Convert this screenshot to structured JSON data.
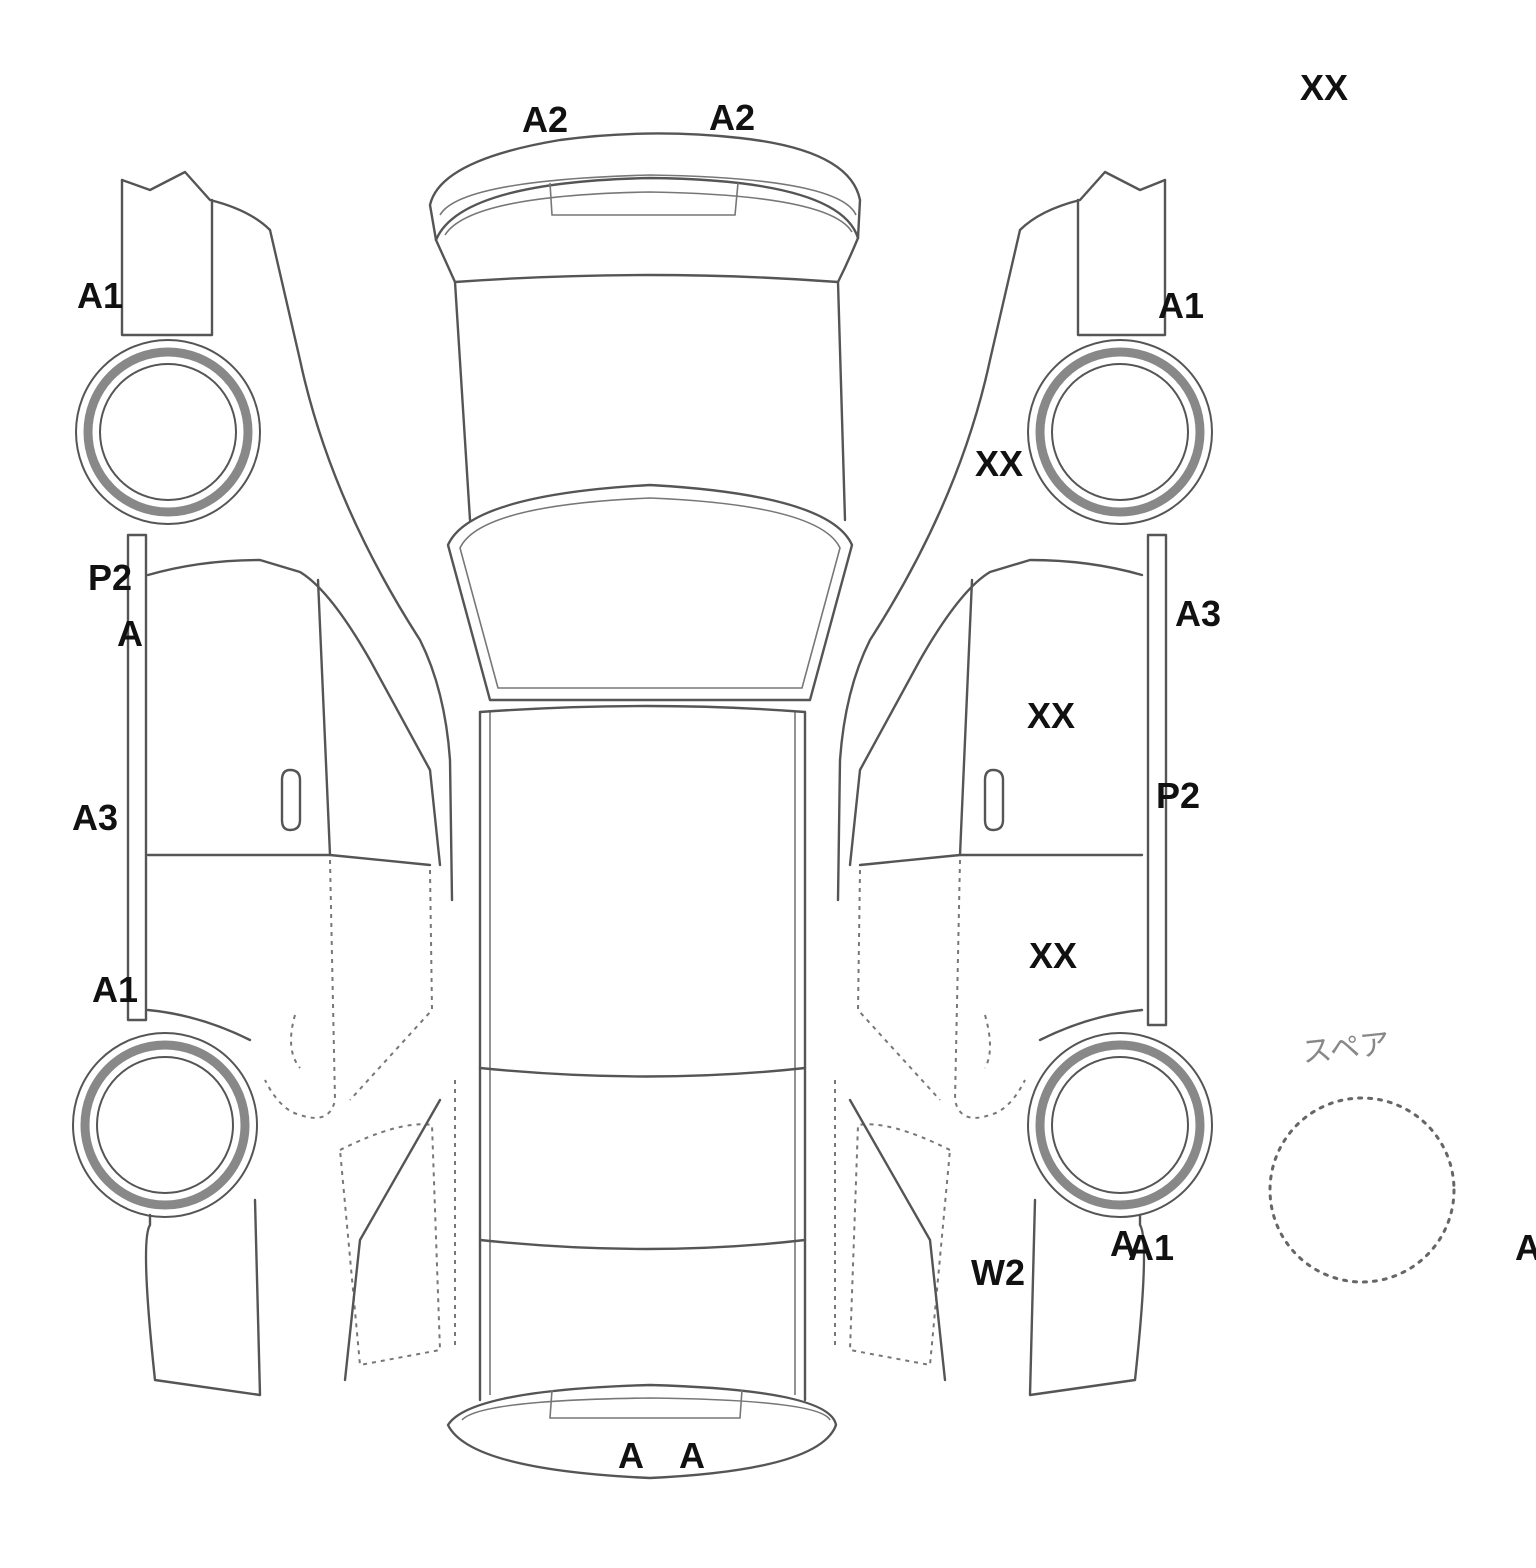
{
  "marks": {
    "rear_left": "A2",
    "rear_right": "A2",
    "top_corner": "XX",
    "left_rear_quarter": "A1",
    "right_rear_quarter": "A1",
    "right_rear_wheel_arch": "XX",
    "left_pillar": "P2",
    "left_rocker": "A",
    "right_rocker": "A3",
    "right_rear_door": "XX",
    "right_pillar": "P2",
    "left_lower_rocker": "A3",
    "right_front_door": "XX",
    "left_front_fender": "A1",
    "right_front_fender_a": "A",
    "right_front_fender_a1": "A1",
    "right_front_fender_w2": "W2",
    "right_edge": "A",
    "front_left": "A",
    "front_right": "A"
  },
  "spare": {
    "label": "スペア"
  }
}
